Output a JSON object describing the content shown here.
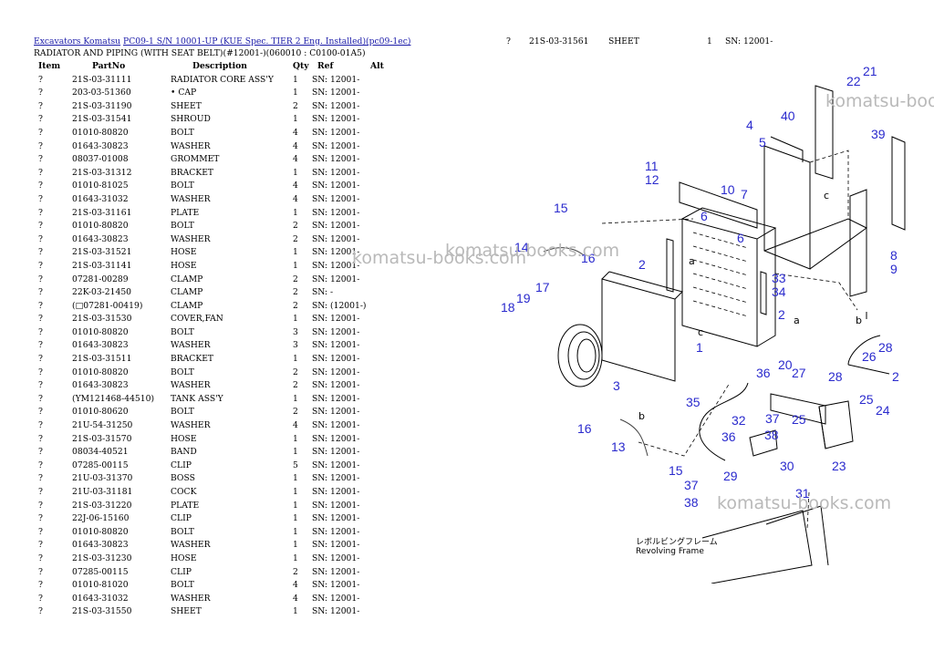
{
  "breadcrumb": {
    "link1": "Excavators Komatsu",
    "link2": "PC09-1 S/N 10001-UP (KUE Spec. TIER 2 Eng. Installed)(pc09-1ec)"
  },
  "subtitle": "RADIATOR AND PIPING (WITH SEAT BELT)(#12001-)(060010 : C0100-01A5)",
  "columns": [
    "Item",
    "PartNo",
    "Description",
    "Qty",
    "Ref",
    "Alt"
  ],
  "rows": [
    {
      "item": "?",
      "part": "21S-03-31111",
      "desc": "RADIATOR CORE ASS'Y",
      "qty": "1",
      "ref": "SN: 12001-"
    },
    {
      "item": "?",
      "part": "203-03-51360",
      "desc": "• CAP",
      "qty": "1",
      "ref": "SN: 12001-"
    },
    {
      "item": "?",
      "part": "21S-03-31190",
      "desc": "SHEET",
      "qty": "2",
      "ref": "SN: 12001-"
    },
    {
      "item": "?",
      "part": "21S-03-31541",
      "desc": "SHROUD",
      "qty": "1",
      "ref": "SN: 12001-"
    },
    {
      "item": "?",
      "part": "01010-80820",
      "desc": "BOLT",
      "qty": "4",
      "ref": "SN: 12001-"
    },
    {
      "item": "?",
      "part": "01643-30823",
      "desc": "WASHER",
      "qty": "4",
      "ref": "SN: 12001-"
    },
    {
      "item": "?",
      "part": "08037-01008",
      "desc": "GROMMET",
      "qty": "4",
      "ref": "SN: 12001-"
    },
    {
      "item": "?",
      "part": "21S-03-31312",
      "desc": "BRACKET",
      "qty": "1",
      "ref": "SN: 12001-"
    },
    {
      "item": "?",
      "part": "01010-81025",
      "desc": "BOLT",
      "qty": "4",
      "ref": "SN: 12001-"
    },
    {
      "item": "?",
      "part": "01643-31032",
      "desc": "WASHER",
      "qty": "4",
      "ref": "SN: 12001-"
    },
    {
      "item": "?",
      "part": "21S-03-31161",
      "desc": "PLATE",
      "qty": "1",
      "ref": "SN: 12001-"
    },
    {
      "item": "?",
      "part": "01010-80820",
      "desc": "BOLT",
      "qty": "2",
      "ref": "SN: 12001-"
    },
    {
      "item": "?",
      "part": "01643-30823",
      "desc": "WASHER",
      "qty": "2",
      "ref": "SN: 12001-"
    },
    {
      "item": "?",
      "part": "21S-03-31521",
      "desc": "HOSE",
      "qty": "1",
      "ref": "SN: 12001-"
    },
    {
      "item": "?",
      "part": "21S-03-31141",
      "desc": "HOSE",
      "qty": "1",
      "ref": "SN: 12001-"
    },
    {
      "item": "?",
      "part": "07281-00289",
      "desc": "CLAMP",
      "qty": "2",
      "ref": "SN: 12001-"
    },
    {
      "item": "?",
      "part": "22K-03-21450",
      "desc": "CLAMP",
      "qty": "2",
      "ref": "SN: -"
    },
    {
      "item": "?",
      "part": "(□07281-00419)",
      "desc": "CLAMP",
      "qty": "2",
      "ref": "SN: (12001-)"
    },
    {
      "item": "?",
      "part": "21S-03-31530",
      "desc": "COVER,FAN",
      "qty": "1",
      "ref": "SN: 12001-"
    },
    {
      "item": "?",
      "part": "01010-80820",
      "desc": "BOLT",
      "qty": "3",
      "ref": "SN: 12001-"
    },
    {
      "item": "?",
      "part": "01643-30823",
      "desc": "WASHER",
      "qty": "3",
      "ref": "SN: 12001-"
    },
    {
      "item": "?",
      "part": "21S-03-31511",
      "desc": "BRACKET",
      "qty": "1",
      "ref": "SN: 12001-"
    },
    {
      "item": "?",
      "part": "01010-80820",
      "desc": "BOLT",
      "qty": "2",
      "ref": "SN: 12001-"
    },
    {
      "item": "?",
      "part": "01643-30823",
      "desc": "WASHER",
      "qty": "2",
      "ref": "SN: 12001-"
    },
    {
      "item": "?",
      "part": "(YM121468-44510)",
      "desc": "TANK ASS'Y",
      "qty": "1",
      "ref": "SN: 12001-"
    },
    {
      "item": "?",
      "part": "01010-80620",
      "desc": "BOLT",
      "qty": "2",
      "ref": "SN: 12001-"
    },
    {
      "item": "?",
      "part": "21U-54-31250",
      "desc": "WASHER",
      "qty": "4",
      "ref": "SN: 12001-"
    },
    {
      "item": "?",
      "part": "21S-03-31570",
      "desc": "HOSE",
      "qty": "1",
      "ref": "SN: 12001-"
    },
    {
      "item": "?",
      "part": "08034-40521",
      "desc": "BAND",
      "qty": "1",
      "ref": "SN: 12001-"
    },
    {
      "item": "?",
      "part": "07285-00115",
      "desc": "CLIP",
      "qty": "5",
      "ref": "SN: 12001-"
    },
    {
      "item": "?",
      "part": "21U-03-31370",
      "desc": "BOSS",
      "qty": "1",
      "ref": "SN: 12001-"
    },
    {
      "item": "?",
      "part": "21U-03-31181",
      "desc": "COCK",
      "qty": "1",
      "ref": "SN: 12001-"
    },
    {
      "item": "?",
      "part": "21S-03-31220",
      "desc": "PLATE",
      "qty": "1",
      "ref": "SN: 12001-"
    },
    {
      "item": "?",
      "part": "22J-06-15160",
      "desc": "CLIP",
      "qty": "1",
      "ref": "SN: 12001-"
    },
    {
      "item": "?",
      "part": "01010-80820",
      "desc": "BOLT",
      "qty": "1",
      "ref": "SN: 12001-"
    },
    {
      "item": "?",
      "part": "01643-30823",
      "desc": "WASHER",
      "qty": "1",
      "ref": "SN: 12001-"
    },
    {
      "item": "?",
      "part": "21S-03-31230",
      "desc": "HOSE",
      "qty": "1",
      "ref": "SN: 12001-"
    },
    {
      "item": "?",
      "part": "07285-00115",
      "desc": "CLIP",
      "qty": "2",
      "ref": "SN: 12001-"
    },
    {
      "item": "?",
      "part": "01010-81020",
      "desc": "BOLT",
      "qty": "4",
      "ref": "SN: 12001-"
    },
    {
      "item": "?",
      "part": "01643-31032",
      "desc": "WASHER",
      "qty": "4",
      "ref": "SN: 12001-"
    },
    {
      "item": "?",
      "part": "21S-03-31550",
      "desc": "SHEET",
      "qty": "1",
      "ref": "SN: 12001-"
    }
  ],
  "top_row": {
    "item": "?",
    "part": "21S-03-31561",
    "desc": "SHEET",
    "qty": "1",
    "ref": "SN: 12001-"
  },
  "watermark": "komatsu-books.com",
  "diagram": {
    "callouts": [
      "1",
      "2",
      "2",
      "2",
      "3",
      "4",
      "5",
      "6",
      "6",
      "7",
      "8",
      "9",
      "10",
      "11",
      "12",
      "13",
      "14",
      "15",
      "15",
      "16",
      "16",
      "17",
      "18",
      "19",
      "20",
      "21",
      "22",
      "23",
      "24",
      "25",
      "25",
      "26",
      "27",
      "28",
      "28",
      "29",
      "30",
      "31",
      "32",
      "33",
      "34",
      "35",
      "36",
      "36",
      "37",
      "37",
      "38",
      "38",
      "39",
      "40"
    ],
    "frame_label_jp": "レボルビングフレーム",
    "frame_label_en": "Revolving Frame",
    "letters": [
      "a",
      "a",
      "b",
      "b",
      "c",
      "c"
    ]
  }
}
